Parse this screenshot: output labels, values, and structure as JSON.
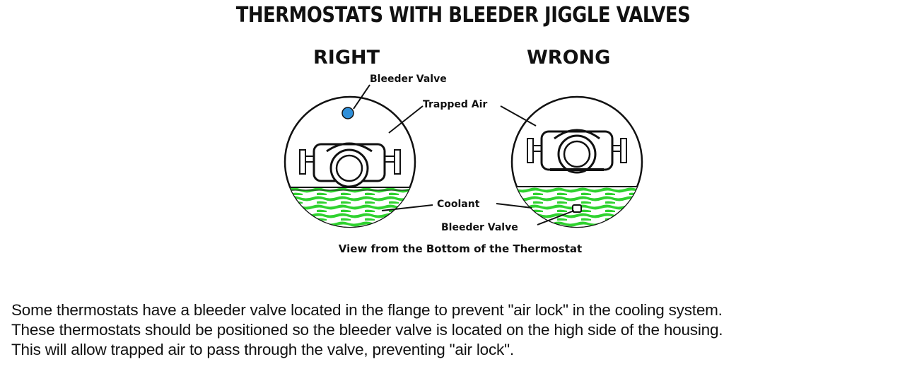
{
  "title": "THERMOSTATS WITH BLEEDER JIGGLE VALVES",
  "right_heading": "RIGHT",
  "wrong_heading": "WRONG",
  "labels": {
    "bleeder_valve_top": "Bleeder Valve",
    "trapped_air": "Trapped Air",
    "coolant": "Coolant",
    "bleeder_valve_bottom": "Bleeder Valve"
  },
  "caption": "View from the Bottom of the Thermostat",
  "paragraph": [
    "Some thermostats have a bleeder valve located in the flange to prevent \"air lock\" in the cooling system.",
    "These thermostats should be positioned so the bleeder valve is located on the high side of the housing.",
    "This will allow trapped air to pass through the valve, preventing \"air lock\"."
  ],
  "colors": {
    "coolant": "#2fd22f",
    "bleeder_valve_right": "#2f8fd9"
  }
}
